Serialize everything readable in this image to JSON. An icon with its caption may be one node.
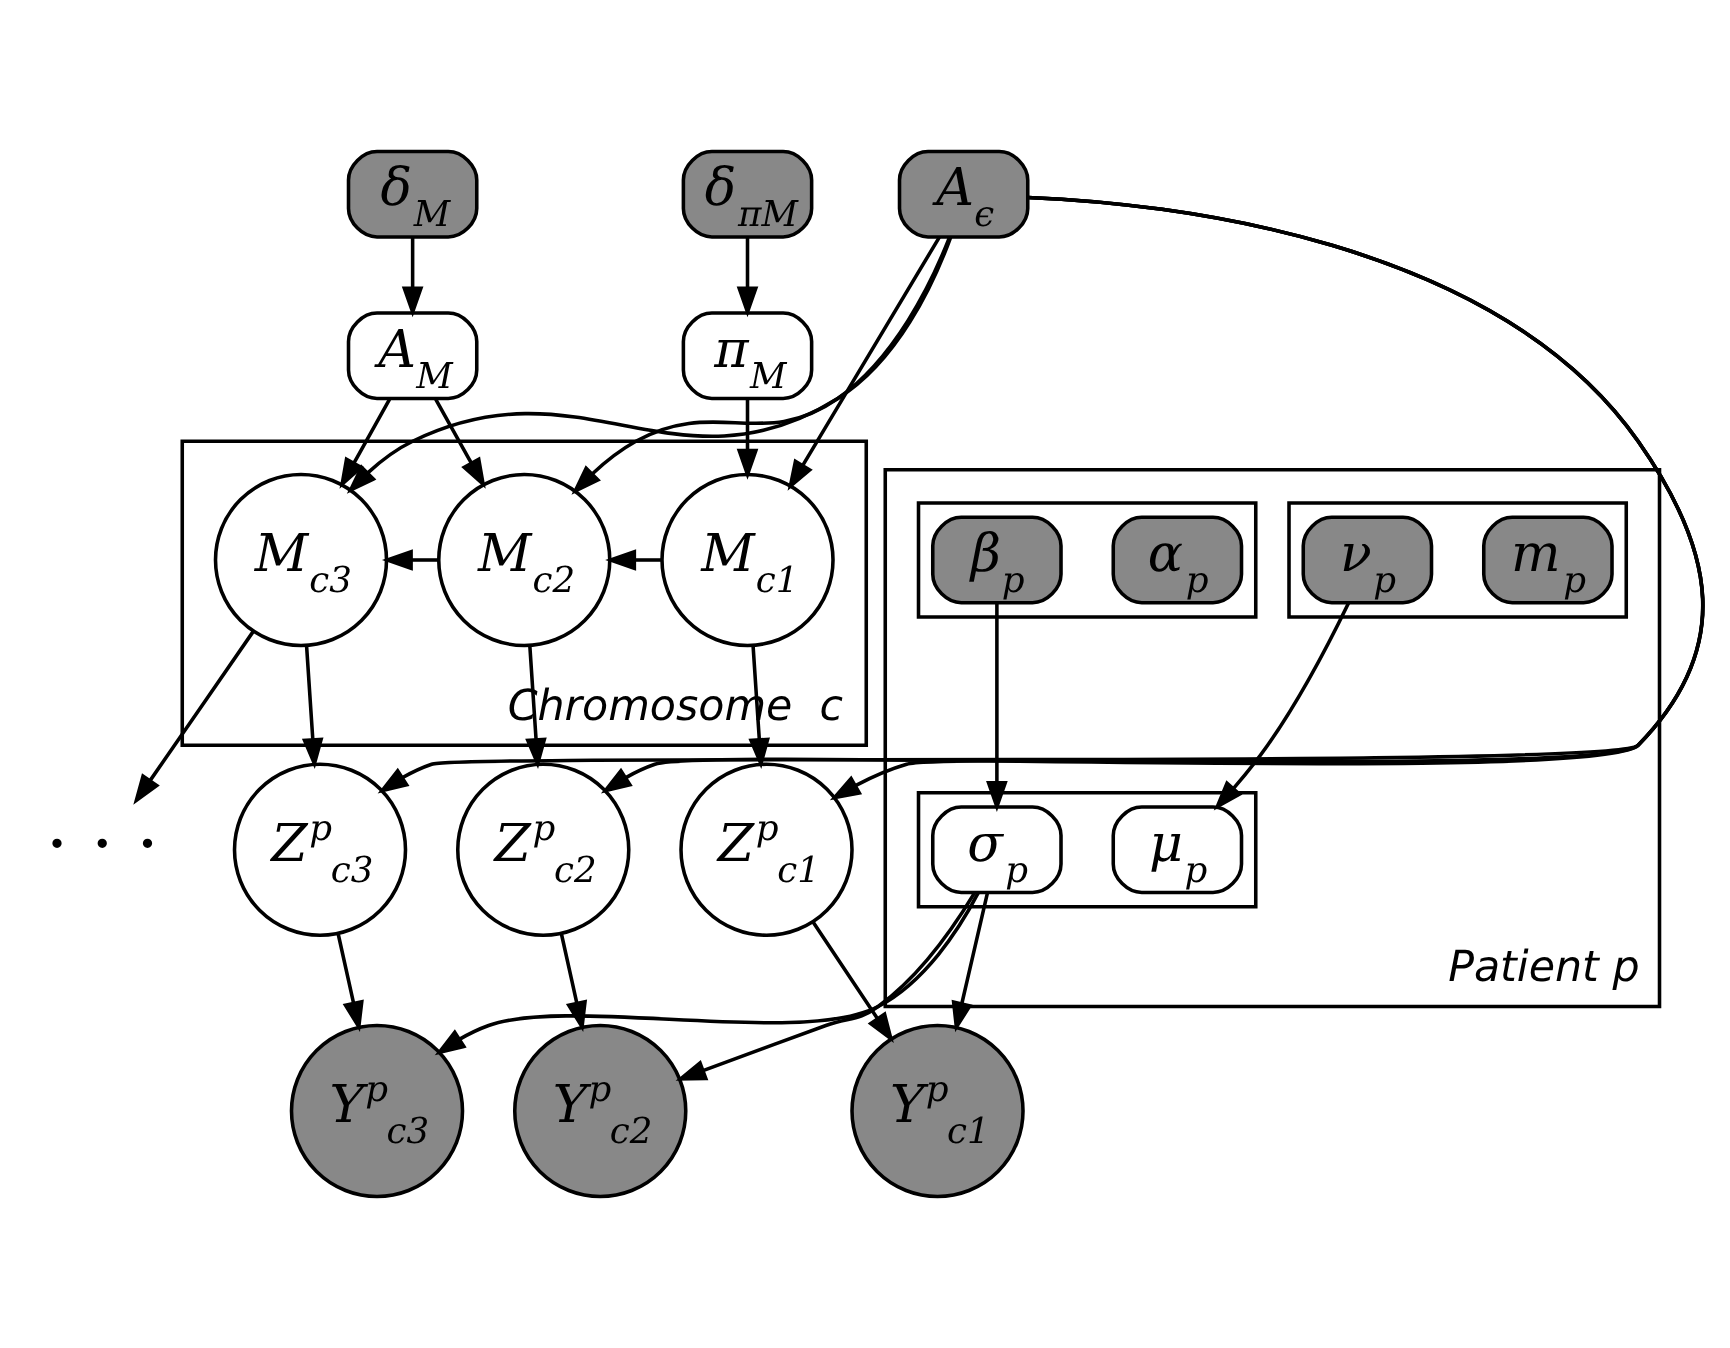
{
  "diagram": {
    "nodes": [
      {
        "text": [
          "Chromosome  c"
        ]
      },
      {
        "text": [
          "Patient p"
        ]
      },
      {
        "text": [
          "δ$_{M}$"
        ]
      },
      {
        "text": [
          "A$_{M}$"
        ]
      },
      {
        "text": [
          "δ$_{πM}$"
        ]
      },
      {
        "text": [
          "π$_{M}$"
        ]
      },
      {
        "text": [
          "M$_{c1}$"
        ],
        "in": 0
      },
      {
        "text": [
          "M$_{c2}$"
        ],
        "in": 0
      },
      {
        "text": [
          "M$_{c3}$"
        ],
        "in": 0
      },
      {
        "text": [
          "· · ·"
        ]
      },
      {
        "text": [
          "A$_{ϵ}$"
        ]
      },
      {
        "text": [
          "Z$^{p}$$_{c1}$"
        ]
      },
      {
        "text": [
          "Z$^{p}$$_{c2}$"
        ]
      },
      {
        "text": [
          "Z$^{p}$$_{c3}$"
        ]
      },
      {
        "text": [
          "Y$^{p}$$_{c1}$"
        ]
      },
      {
        "text": [
          "Y$^{p}$$_{c2}$"
        ]
      },
      {
        "text": [
          "Y$^{p}$$_{c3}$"
        ]
      },
      {
        "text": [],
        "shape": "box",
        "in": 1
      },
      {
        "text": [
          "m$_{p}$"
        ],
        "in": 17
      },
      {
        "text": [
          "ν$_{p}$"
        ],
        "in": 17
      },
      {
        "text": [],
        "shape": "box",
        "in": 1
      },
      {
        "text": [
          "μ$_{p}$"
        ],
        "in": 20
      },
      {
        "text": [
          "σ$_{p}$"
        ],
        "in": 20
      },
      {
        "text": [],
        "shape": "box",
        "in": 1
      },
      {
        "text": [
          "α$_{p}$"
        ],
        "in": 23
      },
      {
        "text": [
          "β$_{p}$"
        ],
        "in": 23
      }
    ],
    "edges": [
      {
        "from": 2,
        "to": 3,
        "arrow": "to"
      },
      {
        "from": 4,
        "to": 5,
        "arrow": "to"
      },
      {
        "from": 5,
        "to": 6,
        "arrow": "to"
      },
      {
        "from": 3,
        "to": 7,
        "arrow": "to"
      },
      {
        "from": 3,
        "to": 8,
        "arrow": "to"
      },
      {
        "from": 6,
        "to": 7,
        "arrow": "to"
      },
      {
        "from": 7,
        "to": 8,
        "arrow": "to"
      },
      {
        "from": 8,
        "to": 9,
        "arrow": "to"
      },
      {
        "from": 10,
        "to": 6,
        "arrow": "to"
      },
      {
        "from": 10,
        "to": 7,
        "arrow": "to"
      },
      {
        "from": 10,
        "to": 8,
        "arrow": "to"
      },
      {
        "from": 10,
        "to": 11,
        "arrow": "to"
      },
      {
        "from": 10,
        "to": 12,
        "arrow": "to"
      },
      {
        "from": 10,
        "to": 13,
        "arrow": "to"
      },
      {
        "from": 6,
        "to": 11,
        "arrow": "to"
      },
      {
        "from": 7,
        "to": 12,
        "arrow": "to"
      },
      {
        "from": 8,
        "to": 13,
        "arrow": "to"
      },
      {
        "from": 11,
        "to": 14,
        "arrow": "to"
      },
      {
        "from": 12,
        "to": 15,
        "arrow": "to"
      },
      {
        "from": 13,
        "to": 16,
        "arrow": "to"
      },
      {
        "from": 19,
        "to": 21,
        "arrow": "to"
      },
      {
        "from": 25,
        "to": 22,
        "arrow": "to"
      },
      {
        "from": 22,
        "to": 14,
        "arrow": "to"
      },
      {
        "from": 22,
        "to": 15,
        "arrow": "to"
      },
      {
        "from": 22,
        "to": 16,
        "arrow": "to"
      }
    ]
  }
}
